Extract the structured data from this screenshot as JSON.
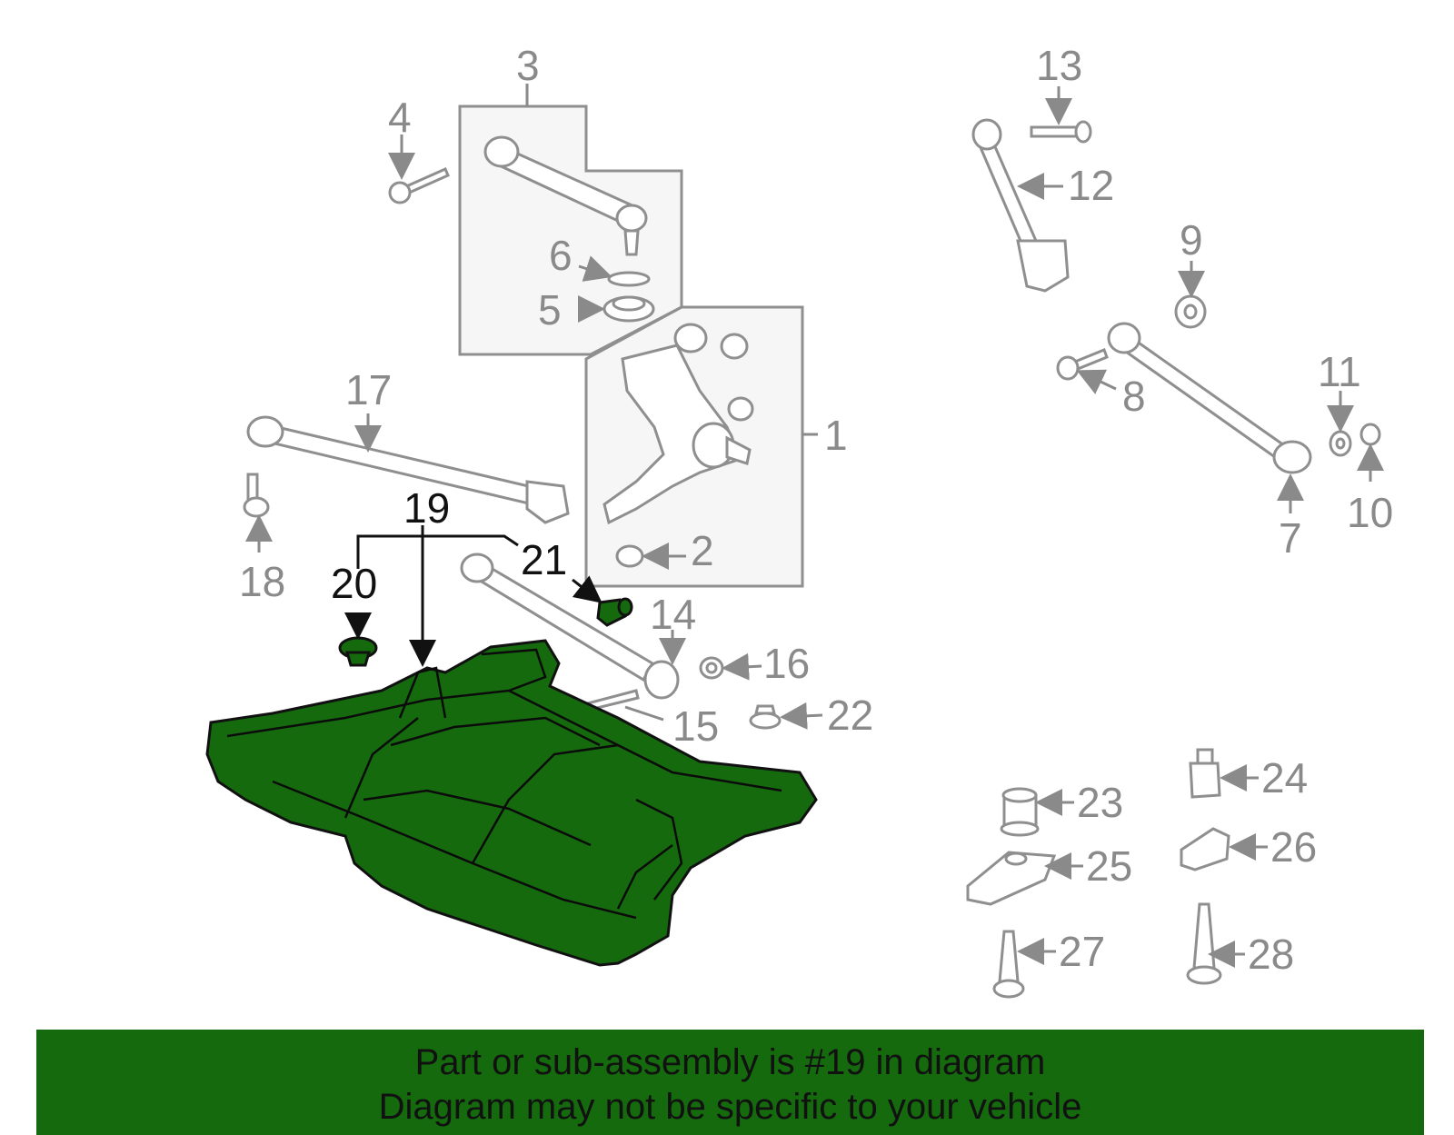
{
  "callouts": {
    "c1": "1",
    "c2": "2",
    "c3": "3",
    "c4": "4",
    "c5": "5",
    "c6": "6",
    "c7": "7",
    "c8": "8",
    "c9": "9",
    "c10": "10",
    "c11": "11",
    "c12": "12",
    "c13": "13",
    "c14": "14",
    "c15": "15",
    "c16": "16",
    "c17": "17",
    "c18": "18",
    "c19": "19",
    "c20": "20",
    "c21": "21",
    "c22": "22",
    "c23": "23",
    "c24": "24",
    "c25": "25",
    "c26": "26",
    "c27": "27",
    "c28": "28"
  },
  "highlight": {
    "part_number": "19",
    "color": "#156a0e"
  },
  "banner": {
    "line1": "Part or sub-assembly is #19 in diagram",
    "line2": "Diagram may not be specific to your vehicle",
    "color": "#156a0e"
  }
}
